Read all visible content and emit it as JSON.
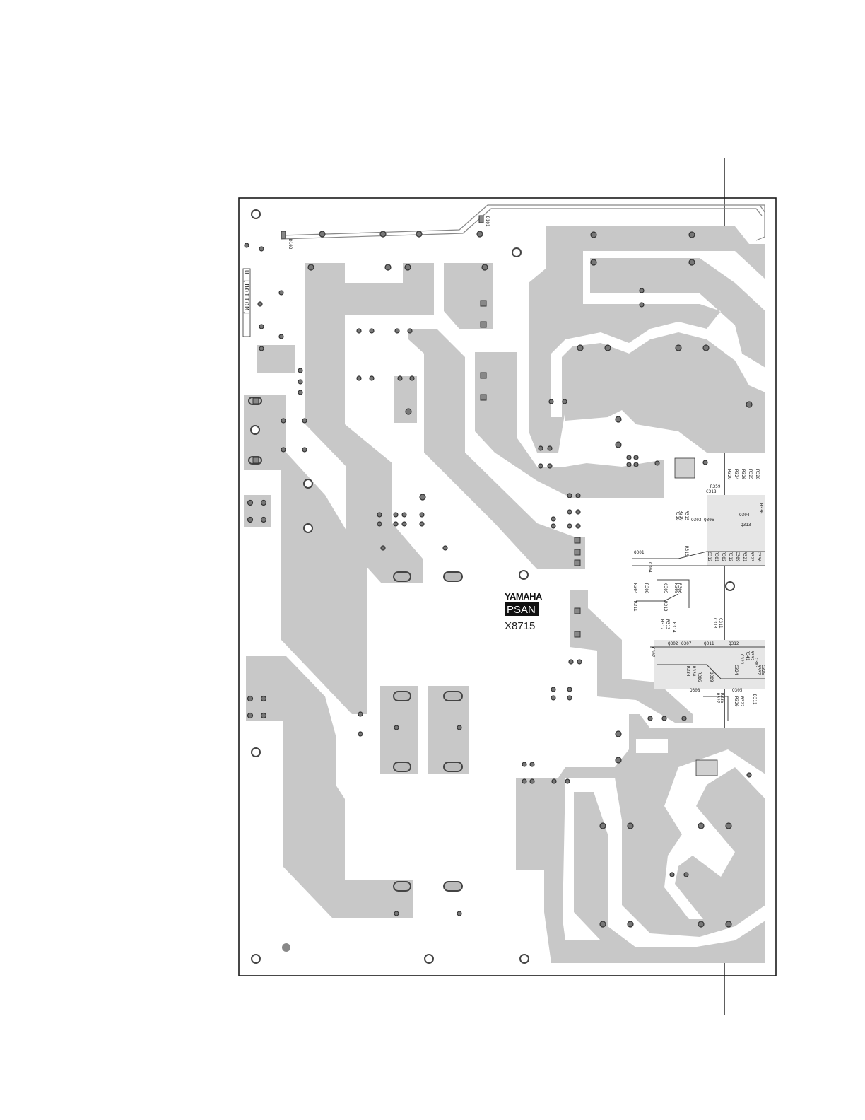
{
  "board": {
    "side_label": "U  [BOTTOM]",
    "brand": "YAMAHA",
    "model": "PSAN",
    "part_number": "X8715"
  },
  "component_labels": {
    "top": [
      "D102",
      "D101"
    ],
    "right_upper": [
      "R329",
      "R324",
      "R326",
      "R325",
      "R328",
      "R330",
      "R359",
      "C318",
      "Q304",
      "R319",
      "R315",
      "R318",
      "Q303",
      "Q306",
      "R316",
      "Q313",
      "C330",
      "Q301",
      "R301",
      "R302",
      "C304",
      "R304",
      "C305",
      "R305",
      "R306",
      "R308",
      "R310",
      "R311",
      "R312",
      "C309",
      "R321",
      "R323",
      "C312"
    ],
    "right_lower": [
      "C313",
      "C311",
      "R314",
      "R317",
      "R313",
      "Q302",
      "Q307",
      "Q311",
      "Q312",
      "C307",
      "C303",
      "R334",
      "R338",
      "Q308",
      "Q309",
      "Q305",
      "R327",
      "R336",
      "R320",
      "R322",
      "D311",
      "R306",
      "R341",
      "R332",
      "C323",
      "R337",
      "C324",
      "C325"
    ]
  },
  "colors": {
    "copper": "#c8c8c8",
    "copper_edge": "#b4b4b4",
    "pad_ring": "#555555",
    "outline": "#1a1a1a"
  }
}
